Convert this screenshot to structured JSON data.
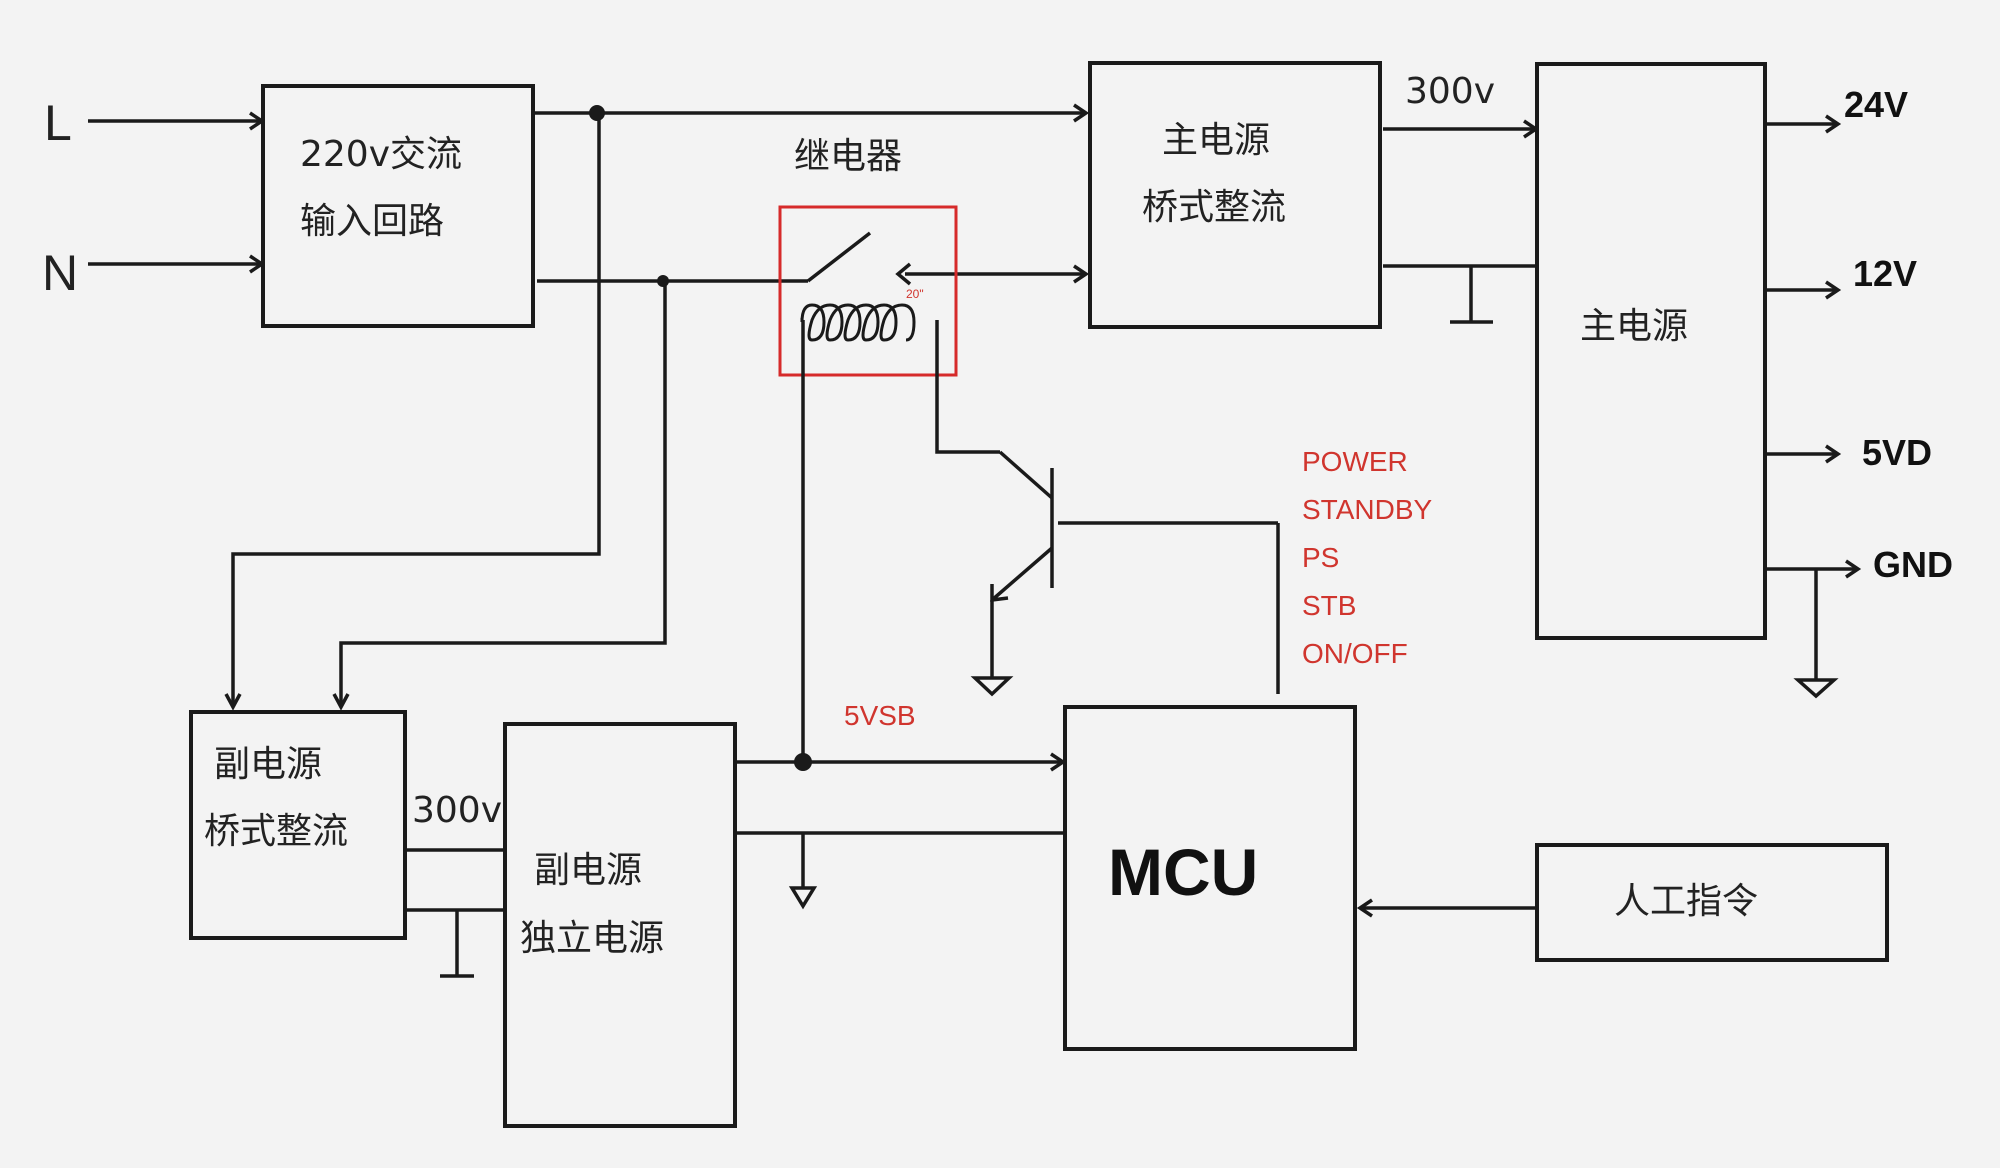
{
  "inputs": {
    "live": "L",
    "neutral": "N"
  },
  "ac_input": {
    "line1": "220v交流",
    "line2": "输入回路"
  },
  "relay": {
    "label": "继电器",
    "tag": "20\""
  },
  "main_rectifier": {
    "line1": "主电源",
    "line2": "桥式整流"
  },
  "main_dc_voltage": "300v",
  "main_psu": {
    "label": "主电源"
  },
  "outputs": [
    "24V",
    "12V",
    "5VD",
    "GND"
  ],
  "control_signals": [
    "POWER",
    "STANDBY",
    "PS",
    "STB",
    "ON/OFF"
  ],
  "standby_voltage": "5VSB",
  "aux_rectifier": {
    "line1": "副电源",
    "line2": "桥式整流"
  },
  "aux_dc_voltage": "300v",
  "aux_psu": {
    "line1": "副电源",
    "line2": "独立电源"
  },
  "mcu": {
    "label": "MCU"
  },
  "manual": {
    "label": "人工指令"
  },
  "colors": {
    "line": "#1a1a1a",
    "signal": "#d0352e",
    "relay_frame": "#d62a2a",
    "background": "#f3f3f3"
  }
}
